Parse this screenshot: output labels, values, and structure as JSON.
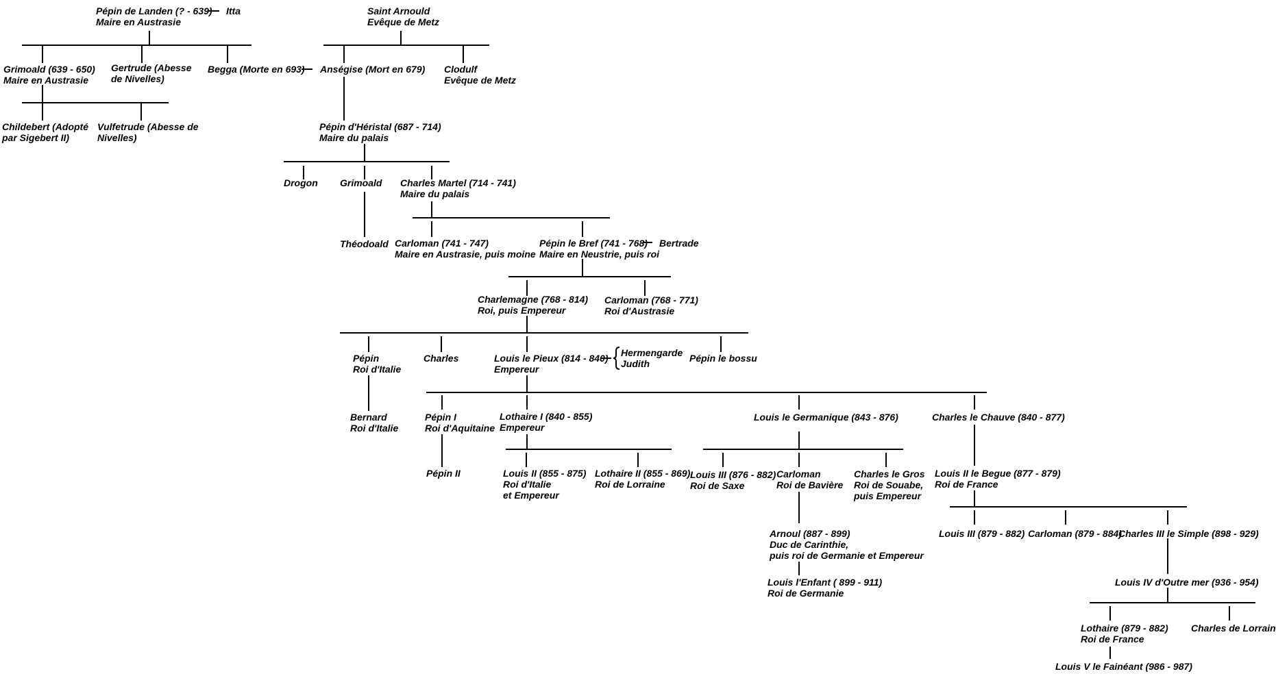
{
  "people": {
    "pepin_landen": [
      "Pépin de Landen (? - 639)",
      "Maire en Austrasie"
    ],
    "itta": [
      "Itta"
    ],
    "saint_arnould": [
      "Saint Arnould",
      "Evêque de Metz"
    ],
    "grimoald_639": [
      "Grimoald (639 - 650)",
      "Maire en Austrasie"
    ],
    "gertrude": [
      "Gertrude (Abesse",
      "de Nivelles)"
    ],
    "begga": [
      "Begga (Morte en 693)"
    ],
    "ansegise": [
      "Anségise (Mort en 679)"
    ],
    "clodulf": [
      "Clodulf",
      "Evêque de Metz"
    ],
    "childebert": [
      "Childebert (Adopté",
      "par Sigebert II)"
    ],
    "vulfetrude": [
      "Vulfetrude (Abesse de",
      "Nivelles)"
    ],
    "pepin_heristal": [
      "Pépin d'Héristal (687 - 714)",
      "Maire du palais"
    ],
    "drogon": [
      "Drogon"
    ],
    "grimoald": [
      "Grimoald"
    ],
    "charles_martel": [
      "Charles Martel (714 - 741)",
      "Maire du palais"
    ],
    "theodoald": [
      "Théodoald"
    ],
    "carloman_741": [
      "Carloman (741 - 747)",
      "Maire en Austrasie, puis moine"
    ],
    "pepin_bref": [
      "Pépin le Bref (741 - 768)",
      "Maire en Neustrie, puis roi"
    ],
    "bertrade": [
      "Bertrade"
    ],
    "charlemagne": [
      "Charlemagne (768 - 814)",
      "Roi, puis Empereur"
    ],
    "carloman_768": [
      "Carloman (768 - 771)",
      "Roi d'Austrasie"
    ],
    "pepin_italie": [
      "Pépin",
      "Roi d'Italie"
    ],
    "charles": [
      "Charles"
    ],
    "louis_pieux": [
      "Louis le Pieux (814 - 840)",
      "Empereur"
    ],
    "hermengarde": [
      "Hermengarde",
      "Judith"
    ],
    "pepin_bossu": [
      "Pépin le bossu"
    ],
    "bernard": [
      "Bernard",
      "Roi d'Italie"
    ],
    "pepin_i": [
      "Pépin I",
      "Roi d'Aquitaine"
    ],
    "lothaire_i": [
      "Lothaire I (840 - 855)",
      "Empereur"
    ],
    "louis_germanique": [
      "Louis le Germanique (843 - 876)"
    ],
    "charles_chauve": [
      "Charles le Chauve (840 - 877)"
    ],
    "pepin_ii": [
      "Pépin II"
    ],
    "louis_ii_855": [
      "Louis II (855 - 875)",
      "Roi d'Italie",
      "et Empereur"
    ],
    "lothaire_ii": [
      "Lothaire II (855 - 869)",
      "Roi de Lorraine"
    ],
    "louis_iii_876": [
      "Louis III (876 - 882)",
      "Roi de Saxe"
    ],
    "carloman_baviere": [
      "Carloman",
      "Roi de Bavière"
    ],
    "charles_gros": [
      "Charles le Gros",
      "Roi de Souabe,",
      "puis Empereur"
    ],
    "louis_ii_begue": [
      "Louis II le Begue (877 - 879)",
      "Roi de France"
    ],
    "arnoul": [
      "Arnoul (887 - 899)",
      "Duc de Carinthie,",
      "puis roi de Germanie et Empereur"
    ],
    "louis_iii_879": [
      "Louis III (879 - 882)"
    ],
    "carloman_879": [
      "Carloman (879 - 884)"
    ],
    "charles_iii": [
      "Charles III le Simple (898 - 929)"
    ],
    "louis_enfant": [
      "Louis l'Enfant ( 899 - 911)",
      "Roi de Germanie"
    ],
    "louis_iv": [
      "Louis IV d'Outre mer (936 - 954)"
    ],
    "lothaire_879": [
      "Lothaire (879 - 882)",
      "Roi de France"
    ],
    "charles_lorraine": [
      "Charles de Lorraine"
    ],
    "louis_v": [
      "Louis V le Fainéant (986 - 987)"
    ]
  }
}
